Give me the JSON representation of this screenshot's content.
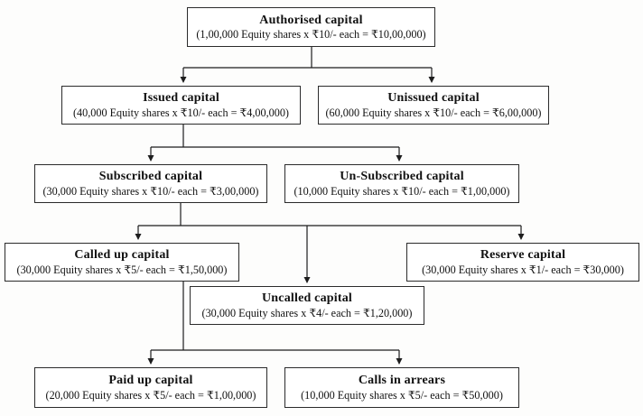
{
  "diagram": {
    "nodes": {
      "authorised": {
        "title": "Authorised capital",
        "detail": "(1,00,000 Equity shares x ₹10/- each = ₹10,00,000)"
      },
      "issued": {
        "title": "Issued capital",
        "detail": "(40,000 Equity shares x ₹10/- each = ₹4,00,000)"
      },
      "unissued": {
        "title": "Unissued capital",
        "detail": "(60,000 Equity shares x ₹10/- each = ₹6,00,000)"
      },
      "subscribed": {
        "title": "Subscribed capital",
        "detail": "(30,000 Equity shares x ₹10/- each = ₹3,00,000)"
      },
      "unsubscribed": {
        "title": "Un-Subscribed capital",
        "detail": "(10,000 Equity shares x ₹10/- each = ₹1,00,000)"
      },
      "calledup": {
        "title": "Called up capital",
        "detail": "(30,000 Equity shares x ₹5/- each = ₹1,50,000)"
      },
      "reserve": {
        "title": "Reserve capital",
        "detail": "(30,000 Equity shares x ₹1/- each = ₹30,000)"
      },
      "uncalled": {
        "title": "Uncalled capital",
        "detail": "(30,000 Equity shares x ₹4/- each = ₹1,20,000)"
      },
      "paidup": {
        "title": "Paid up capital",
        "detail": "(20,000 Equity shares x ₹5/- each = ₹1,00,000)"
      },
      "arrears": {
        "title": "Calls in arrears",
        "detail": "(10,000 Equity shares x ₹5/- each = ₹50,000)"
      }
    },
    "edges": [
      {
        "from": "authorised",
        "to": "issued"
      },
      {
        "from": "authorised",
        "to": "unissued"
      },
      {
        "from": "issued",
        "to": "subscribed"
      },
      {
        "from": "issued",
        "to": "unsubscribed"
      },
      {
        "from": "subscribed",
        "to": "calledup"
      },
      {
        "from": "subscribed",
        "to": "uncalled"
      },
      {
        "from": "subscribed",
        "to": "reserve"
      },
      {
        "from": "calledup",
        "to": "paidup"
      },
      {
        "from": "calledup",
        "to": "arrears"
      }
    ],
    "colors": {
      "line": "#1d1d1d",
      "border": "#2b2b2b",
      "text": "#111111",
      "background": "#fdfdfc"
    }
  }
}
